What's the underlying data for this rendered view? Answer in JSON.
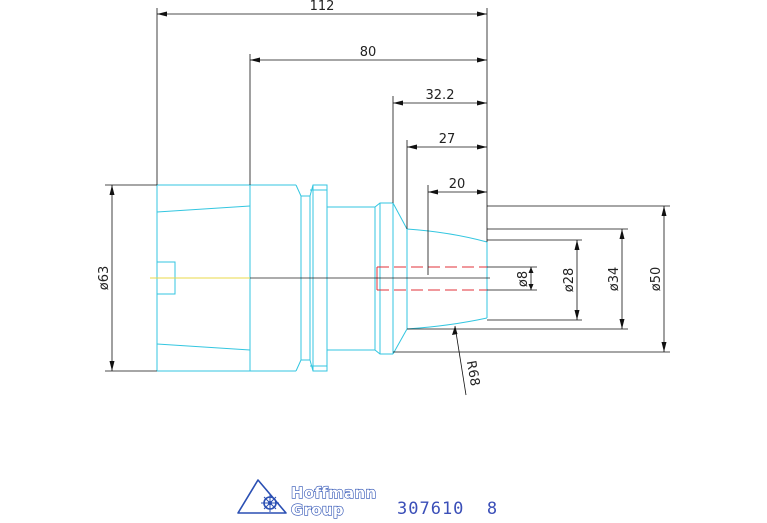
{
  "drawing": {
    "dimensions": {
      "len_112": "112",
      "len_80": "80",
      "len_32_2": "32.2",
      "len_27": "27",
      "len_20": "20",
      "dia_63": "ø63",
      "dia_50": "ø50",
      "dia_34": "ø34",
      "dia_28": "ø28",
      "dia_8": "ø8",
      "radius_68": "R68"
    },
    "colors": {
      "part_outline": "#33c6e0",
      "dimension": "#111111",
      "centerline": "#e8d84a",
      "hidden_line": "#e0303a",
      "logo": "#2a4fb3"
    }
  },
  "title_block": {
    "logo_line1": "Hoffmann",
    "logo_line2": "Group",
    "part_number": "307610  8"
  }
}
